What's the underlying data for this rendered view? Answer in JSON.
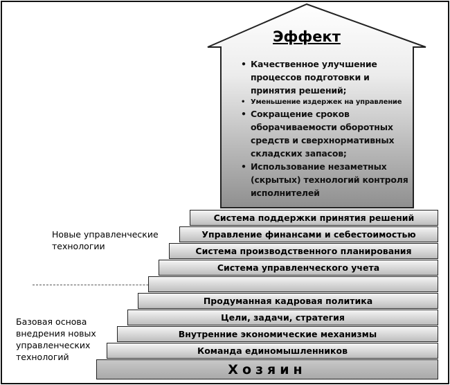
{
  "effect": {
    "title": "Эффект",
    "items": [
      {
        "text": "Качественное улучшение процессов подготовки и принятия решений;",
        "small": false
      },
      {
        "text": "Уменьшение издержек на управление",
        "small": true
      },
      {
        "text": "Сокращение сроков оборачиваемости оборотных средств и сверхнормативных складских запасов;",
        "small": false
      },
      {
        "text": "Использование незаметных (скрытых) технологий контроля исполнителей",
        "small": false
      }
    ]
  },
  "new_tech": {
    "label": "Новые управленческие технологии",
    "steps": [
      "Система поддержки принятия решений",
      "Управление финансами и себестоимостью",
      "Система производственного планирования",
      "Система управленческого учета"
    ]
  },
  "base": {
    "label": "Базовая основа внедрения новых управленческих технологий",
    "steps": [
      "",
      "Продуманная кадровая политика",
      "Цели, задачи, стратегия",
      "Внутренние экономические механизмы",
      "Команда единомышленников",
      "Хозяин"
    ]
  },
  "colors": {
    "step_top": "#f4f4f4",
    "step_bottom": "#bdbdbd",
    "arrow_top": "#ffffff",
    "arrow_bottom": "#8f8f8f",
    "outline": "#222222"
  }
}
